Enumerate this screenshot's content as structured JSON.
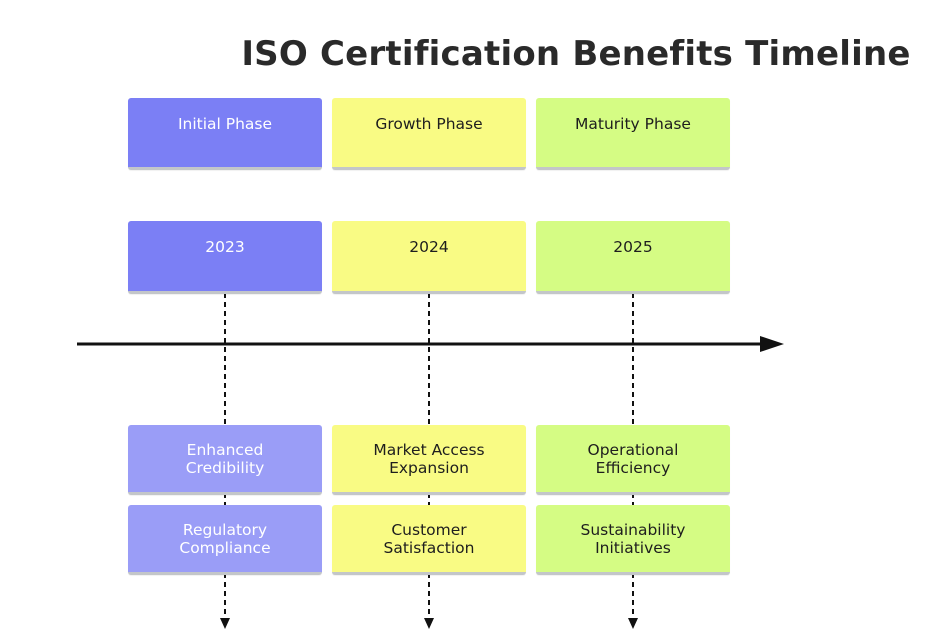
{
  "title": "ISO Certification Benefits Timeline",
  "colors": {
    "phase1_dark": "#7b7ff5",
    "phase1_light": "#9a9df7",
    "phase2": "#f9fb84",
    "phase3": "#d5fc84",
    "axis": "#111111"
  },
  "phases": [
    {
      "name": "Initial Phase",
      "year": "2023",
      "benefits": [
        [
          "Enhanced",
          "Credibility"
        ],
        [
          "Regulatory",
          "Compliance"
        ]
      ]
    },
    {
      "name": "Growth Phase",
      "year": "2024",
      "benefits": [
        [
          "Market Access",
          "Expansion"
        ],
        [
          "Customer",
          "Satisfaction"
        ]
      ]
    },
    {
      "name": "Maturity Phase",
      "year": "2025",
      "benefits": [
        [
          "Operational",
          "Efficiency"
        ],
        [
          "Sustainability",
          "Initiatives"
        ]
      ]
    }
  ]
}
